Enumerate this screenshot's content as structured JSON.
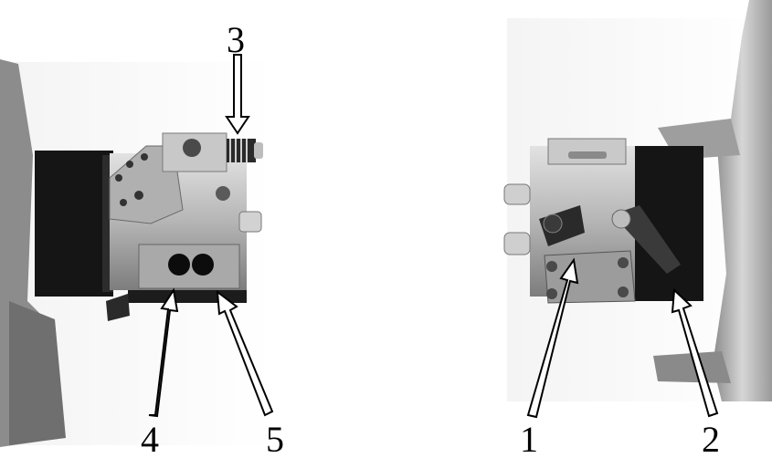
{
  "callouts": {
    "c1": "1",
    "c2": "2",
    "c3": "3",
    "c4": "4",
    "c5": "5"
  },
  "colors": {
    "background": "#ffffff",
    "metal_light": "#cfcfcf",
    "metal_mid": "#9a9a9a",
    "metal_dark": "#5a5a5a",
    "band_black": "#151515",
    "arrow_stroke": "#000000",
    "arrow_fill": "#ffffff"
  }
}
